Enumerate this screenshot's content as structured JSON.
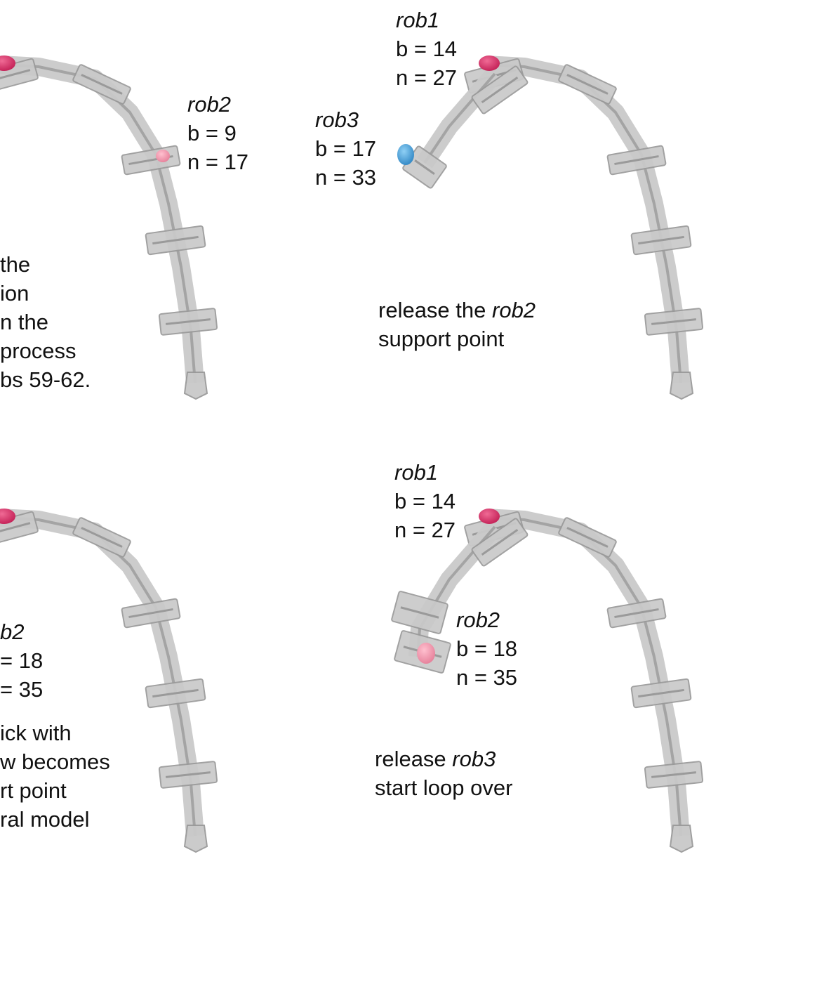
{
  "panels": [
    {
      "id": "top-left",
      "labels": [
        {
          "robot": "rob2",
          "b": "b = 9",
          "n": "n = 17"
        }
      ],
      "caption_lines": [
        " the",
        "ion",
        "n the",
        "process",
        "bs 59-62."
      ]
    },
    {
      "id": "top-right",
      "labels": [
        {
          "robot": "rob1",
          "b": "b = 14",
          "n": "n = 27"
        },
        {
          "robot": "rob3",
          "b": "b = 17",
          "n": "n = 33"
        }
      ],
      "caption": {
        "pre": "release the ",
        "em": "rob2",
        "line2": "support point"
      }
    },
    {
      "id": "bottom-left",
      "labels": [
        {
          "robot": "b2",
          "b": "= 18",
          "n": "= 35"
        }
      ],
      "caption_lines": [
        "ick with",
        "w becomes",
        "rt point",
        "ral model"
      ]
    },
    {
      "id": "bottom-right",
      "labels": [
        {
          "robot": "rob1",
          "b": "b = 14",
          "n": "n = 27"
        },
        {
          "robot": "rob2",
          "b": "b = 18",
          "n": "n = 35"
        }
      ],
      "caption": {
        "pre": "release ",
        "em": "rob3",
        "line2": "start loop over"
      }
    }
  ],
  "colors": {
    "robot_red": "#d9336a",
    "robot_pink": "#f08fa6",
    "robot_blue": "#4aa3df",
    "block": "#c9c9c9",
    "block_dark": "#9a9a9a"
  }
}
